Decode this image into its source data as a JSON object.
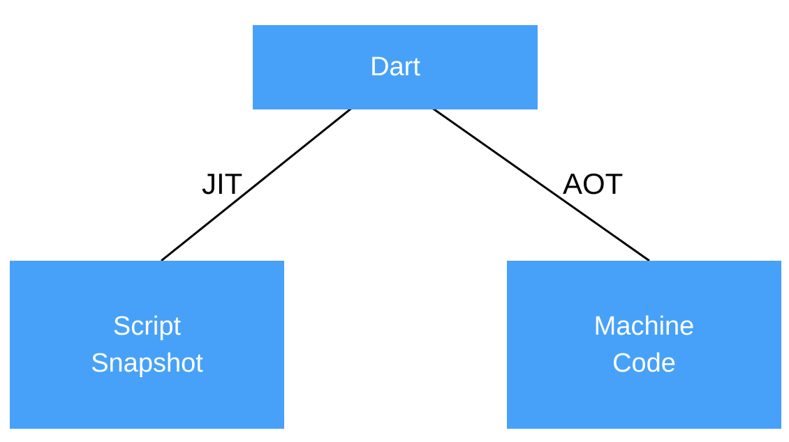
{
  "colors": {
    "node_fill": "#47a1f8",
    "node_text": "#ffffff",
    "connector": "#000000",
    "edge_label": "#000000",
    "background": "#ffffff"
  },
  "nodes": {
    "root": {
      "label": "Dart"
    },
    "left": {
      "label_lines": [
        "Script",
        "Snapshot"
      ]
    },
    "right": {
      "label_lines": [
        "Machine",
        "Code"
      ]
    }
  },
  "edges": {
    "left": {
      "label": "JIT"
    },
    "right": {
      "label": "AOT"
    }
  }
}
